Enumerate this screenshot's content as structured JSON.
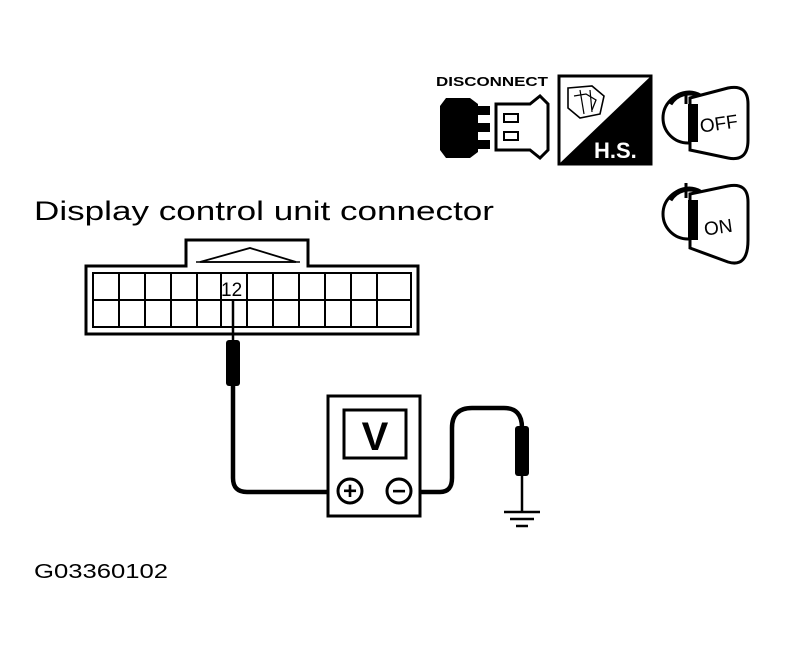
{
  "title": "Display control unit connector",
  "pin_label": "12",
  "meter_label": "V",
  "plus_symbol": "+",
  "minus_symbol": "−",
  "figure_id": "G03360102",
  "icons": {
    "disconnect": {
      "label": "DISCONNECT",
      "name": "disconnect-connector-icon"
    },
    "harness_side": {
      "label": "H.S.",
      "name": "harness-side-icon"
    },
    "key_off": {
      "label": "OFF",
      "name": "ignition-key-off-icon"
    },
    "key_on": {
      "label": "ON",
      "name": "ignition-key-on-icon"
    }
  },
  "colors": {
    "ink": "#000000",
    "paper": "#ffffff"
  }
}
